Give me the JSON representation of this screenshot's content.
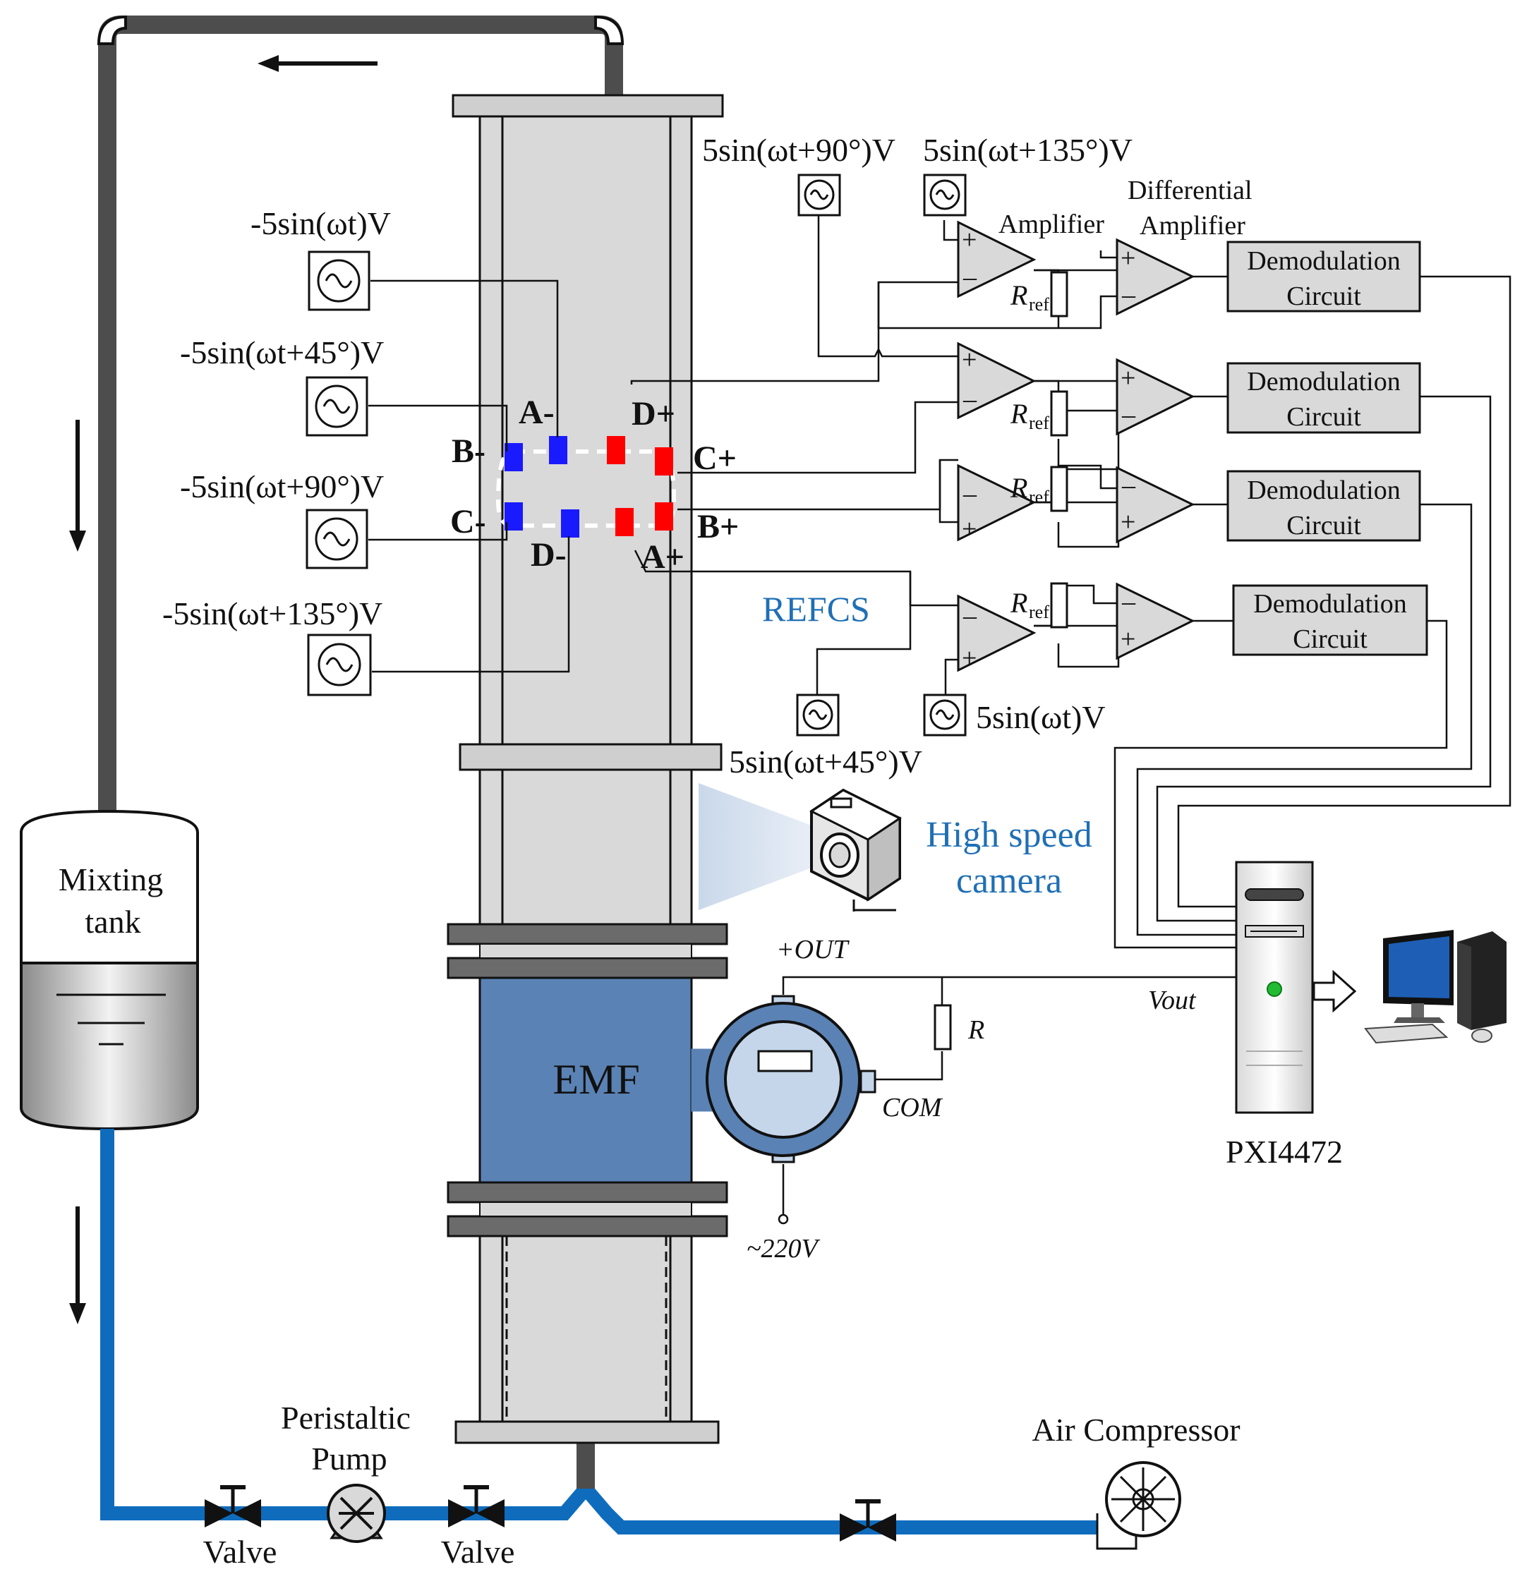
{
  "sources_left": [
    {
      "label": "-5sin(ωt)V"
    },
    {
      "label": "-5sin(ωt+45°)V"
    },
    {
      "label": "-5sin(ωt+90°)V"
    },
    {
      "label": "-5sin(ωt+135°)V"
    }
  ],
  "sources_right": {
    "top_a": "5sin(ωt+90°)V",
    "top_b": "5sin(ωt+135°)V",
    "bottom_a": "5sin(ωt+45°)V",
    "bottom_b": "5sin(ωt)V"
  },
  "electrodes": {
    "a_minus": "A-",
    "b_minus": "B-",
    "c_minus": "C-",
    "d_minus": "D-",
    "a_plus": "A+",
    "b_plus": "B+",
    "c_plus": "C+",
    "d_plus": "D+"
  },
  "amplifier_label": "Amplifier",
  "diff_amp_label_1": "Differential",
  "diff_amp_label_2": "Amplifier",
  "rref_main": "R",
  "rref_sub": "ref",
  "demod": [
    {
      "line1": "Demodulation",
      "line2": "Circuit"
    },
    {
      "line1": "Demodulation",
      "line2": "Circuit"
    },
    {
      "line1": "Demodulation",
      "line2": "Circuit"
    },
    {
      "line1": "Demodulation",
      "line2": "Circuit"
    }
  ],
  "refcs": "REFCS",
  "camera_1": "High speed",
  "camera_2": "camera",
  "tank_1": "Mixting",
  "tank_2": "tank",
  "emf": "EMF",
  "out_plus": "+OUT",
  "com": "COM",
  "r": "R",
  "vout": "Vout",
  "mains": "~220V",
  "pxi": "PXI4472",
  "pump_1": "Peristaltic",
  "pump_2": "Pump",
  "valve_1": "Valve",
  "valve_2": "Valve",
  "compressor": "Air Compressor",
  "colors": {
    "pipe_dark": "#4d4d4d",
    "pipe_blue": "#0f6cbd",
    "emf_blue": "#5a82b4",
    "electrode_neg": "#1a1aff",
    "electrode_pos": "#ff0000",
    "text_blue": "#1f6fb5"
  }
}
